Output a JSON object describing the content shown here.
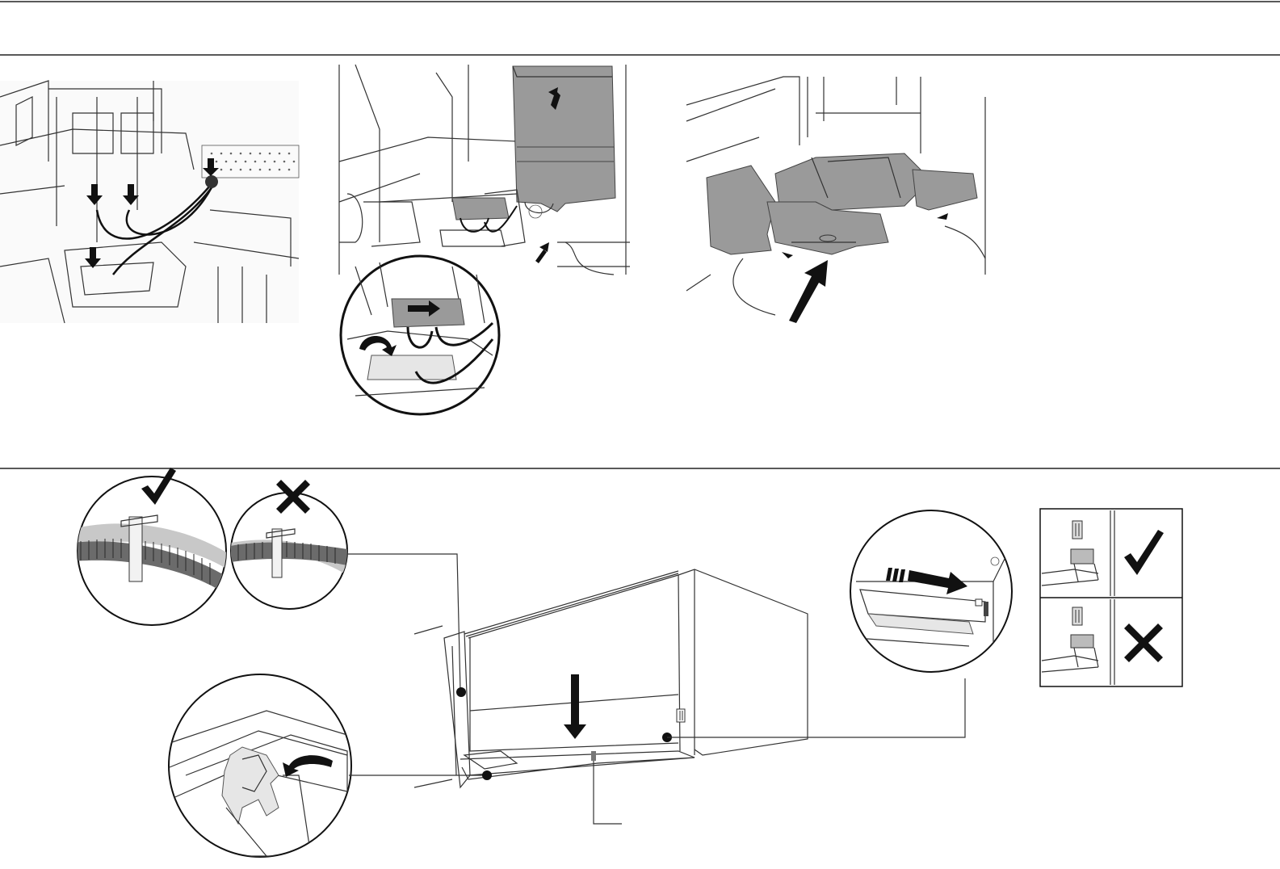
{
  "sections": [
    {
      "name": "top-row",
      "panels": [
        "wiring-harness-routing",
        "tank-removal-with-detail",
        "module-insertion"
      ]
    },
    {
      "name": "bottom-row",
      "panels": [
        "hose-clip-correct",
        "hose-clip-incorrect",
        "latch-detail",
        "drawer-assembly",
        "slide-detail",
        "alignment-correct",
        "alignment-incorrect"
      ]
    }
  ],
  "marks": {
    "correct_icon": "check-icon",
    "incorrect_icon": "cross-icon"
  },
  "colors": {
    "line": "#333333",
    "fill_dark": "#111111",
    "fill_grey": "#9a9a9a",
    "fill_light": "#e6e6e6"
  }
}
